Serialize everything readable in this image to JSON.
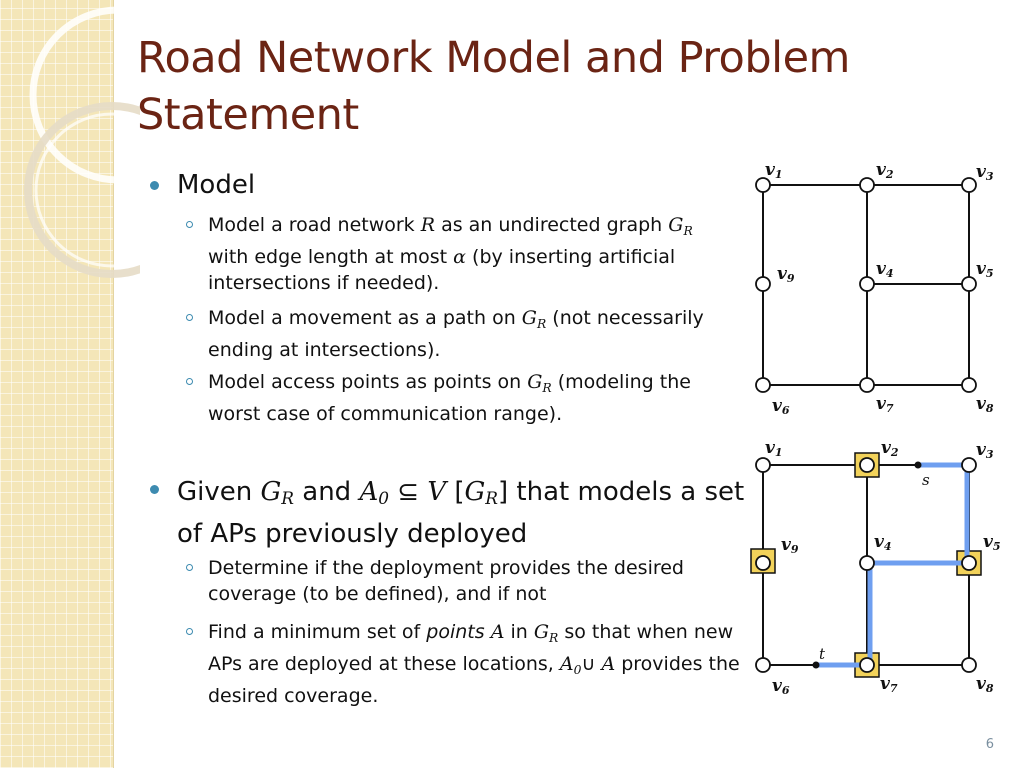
{
  "slide": {
    "title": "Road Network Model and Problem Statement",
    "page_number": "6"
  },
  "bullets": {
    "model": {
      "label": "Model",
      "items": [
        {
          "pre": "Model a road network ",
          "var1": "R",
          "mid": " as an undirected graph ",
          "var2": "G",
          "var2_sub": "R",
          "post": " with edge length at most ",
          "var3": "α",
          "end": " (by inserting artificial intersections if needed)."
        },
        {
          "pre": "Model a movement as a path on ",
          "var": "G",
          "var_sub": "R",
          "post": " (not necessarily ending at intersections)."
        },
        {
          "pre": "Model access points as points on ",
          "var": "G",
          "var_sub": "R",
          "post": " (modeling the worst case of communication range)."
        }
      ]
    },
    "given": {
      "pre": "Given ",
      "g": "G",
      "g_sub": "R",
      "and": " and ",
      "a": "A",
      "a_sub": "0",
      "subset": " ⊆ ",
      "v": "V",
      "bracket_open": " [",
      "g2": "G",
      "g2_sub": "R",
      "bracket_close": "]",
      "post": " that models a set of APs previously deployed",
      "items": [
        {
          "text": "Determine if the deployment provides the desired coverage (to be defined), and if not"
        },
        {
          "pre": "Find a minimum set of ",
          "points_word": "points",
          "var": " A",
          "in": " in ",
          "g": "G",
          "g_sub": "R",
          "post": " so that when new APs are deployed at these locations, ",
          "a0": "A",
          "a0_sub": "0",
          "union": "∪ ",
          "a": "A",
          "end": " provides the desired coverage."
        }
      ]
    }
  },
  "graph_top": {
    "labels": [
      "v",
      "v",
      "v",
      "v",
      "v",
      "v",
      "v",
      "v",
      "v"
    ],
    "subs": [
      "1",
      "2",
      "3",
      "4",
      "5",
      "6",
      "7",
      "8",
      "9"
    ]
  },
  "graph_bottom": {
    "s_label": "s",
    "t_label": "t",
    "ap_color": "#f2d25a",
    "path_color": "#6f9ff0"
  },
  "colors": {
    "title": "#6b2414",
    "bullet": "#3d8bb0",
    "deco_bg": "#f4e6b8"
  }
}
